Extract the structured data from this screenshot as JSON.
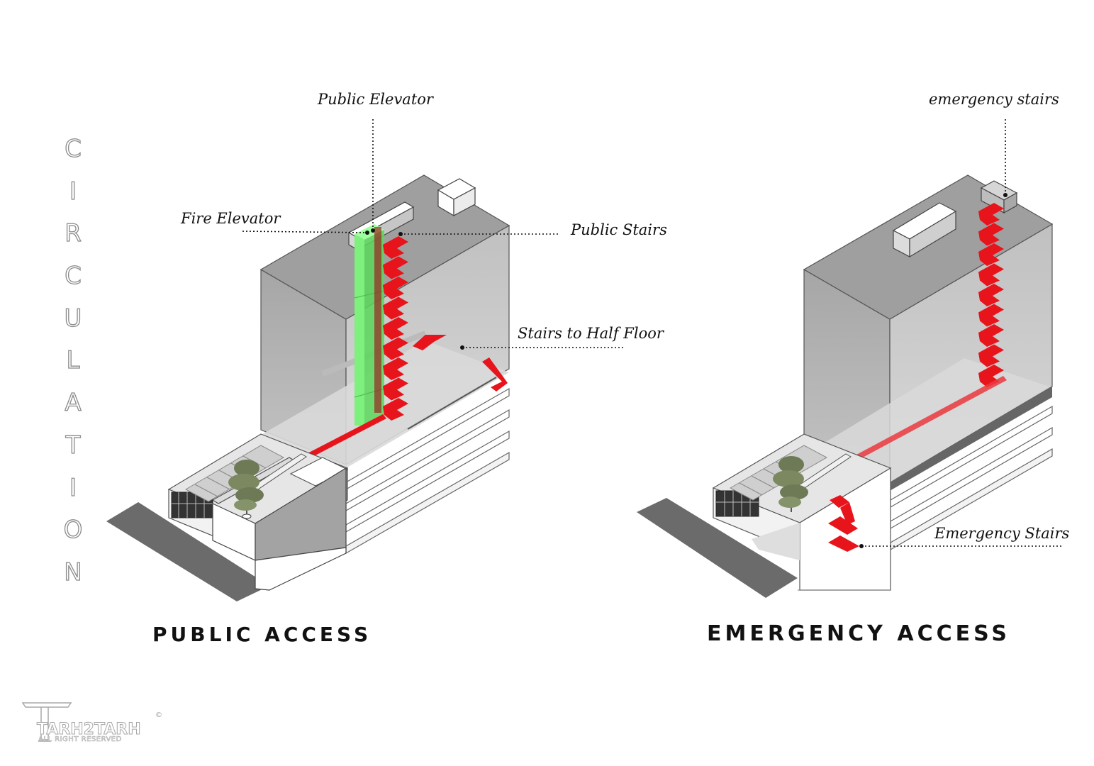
{
  "vertical_title": [
    "C",
    "I",
    "R",
    "C",
    "U",
    "L",
    "A",
    "T",
    "I",
    "O",
    "N"
  ],
  "left_diagram": {
    "title": "PUBLIC ACCESS",
    "callouts": {
      "public_elevator": "Public Elevator",
      "fire_elevator": "Fire Elevator",
      "public_stairs": "Public Stairs",
      "stairs_half_floor": "Stairs to Half Floor"
    }
  },
  "right_diagram": {
    "title": "EMERGENCY ACCESS",
    "callouts": {
      "emergency_stairs_top": "emergency stairs",
      "emergency_stairs_bottom": "Emergency Stairs"
    }
  },
  "logo": {
    "name": "TARH2TARH",
    "subtitle": "ALL RIGHT RESERVED",
    "symbol": "©"
  },
  "colors": {
    "building_gray": "#a9a9a9",
    "circulation_red": "#e8141b",
    "elevator_green": "#66ee66",
    "ground_dark": "#6b6b6b"
  }
}
